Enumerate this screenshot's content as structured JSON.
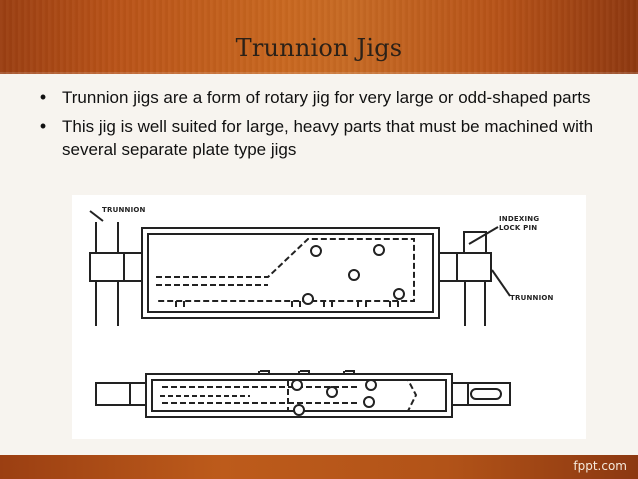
{
  "slide": {
    "title": "Trunnion Jigs",
    "bullets": [
      "Trunnion jigs are a form of rotary jig for very large or odd-shaped parts",
      "This jig is well suited for large, heavy parts that must be machined with several separate plate type jigs"
    ],
    "footer": "fppt.com"
  },
  "diagram": {
    "labels": {
      "trunnion_left": "TRUNNION",
      "indexing_line1": "INDEXING",
      "indexing_line2": "LOCK PIN",
      "trunnion_right": "TRUNNION"
    }
  },
  "colors": {
    "band_dark": "#9b3f12",
    "band_mid": "#c96820",
    "background": "#f5f2ec",
    "text": "#111111"
  }
}
